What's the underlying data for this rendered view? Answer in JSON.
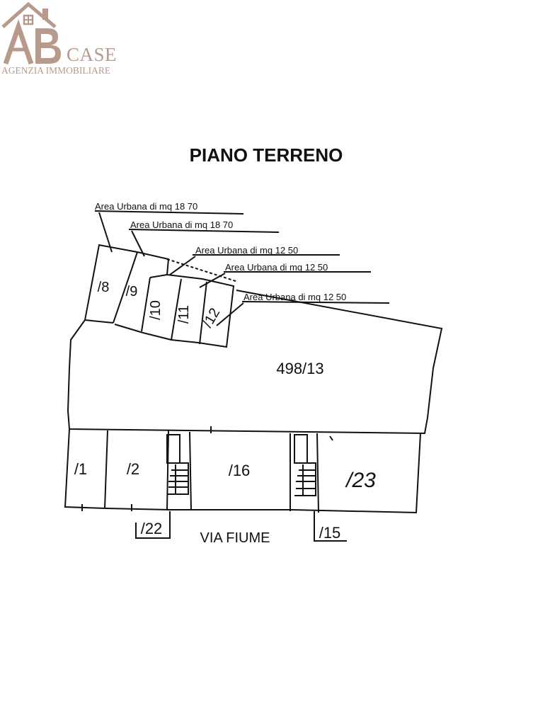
{
  "logo": {
    "letters": "AB",
    "case": "CASE",
    "subtitle": "AGENZIA IMMOBILIARE",
    "color": "#b89a8c"
  },
  "plan": {
    "title": "PIANO TERRENO",
    "street": "VIA FIUME",
    "area_labels": [
      "Area Urbana di mq  18 70",
      "Area Urbana di mq  18 70",
      "Area Urbana di mq  12 50",
      "Area Urbana di mq  12 50",
      "Area Urbana di mq  12 50"
    ],
    "main_parcel": "498/13",
    "units_top": [
      "/8",
      "/9",
      "/10",
      "/11",
      "/12"
    ],
    "units_bottom": [
      "/1",
      "/2",
      "/16",
      "/23"
    ],
    "entrances": [
      "/22",
      "/15"
    ]
  }
}
